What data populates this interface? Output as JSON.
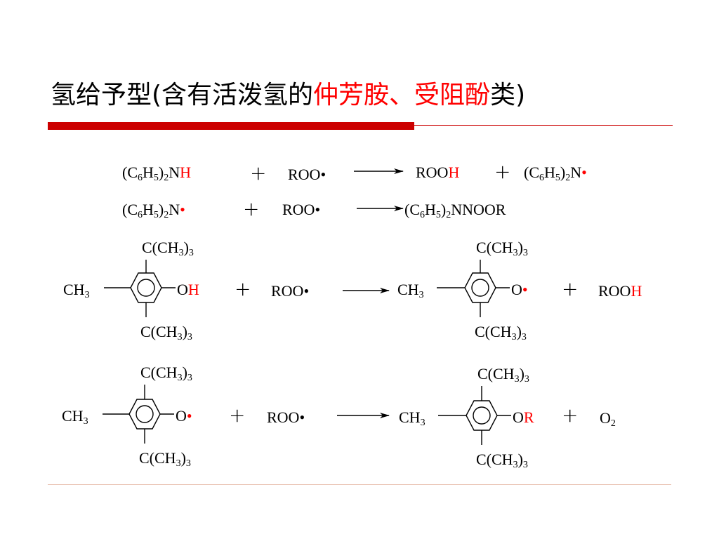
{
  "title": {
    "part1": "氢给予型(含有活泼氢的",
    "part2": "仲芳胺、受阻酚",
    "part3": "类)"
  },
  "reactions": {
    "r1": {
      "lhs_base": "(C",
      "lhs_s1": "6",
      "lhs_h": "H",
      "lhs_s2": "5",
      "lhs_p": ")",
      "lhs_s3": "2",
      "lhs_n": "N",
      "lhs_red": "H",
      "plus": "+",
      "reagent": "ROO•",
      "prod1_base": "ROO",
      "prod1_red": "H",
      "plus2": "+",
      "prod2_base": "(C",
      "prod2_s1": "6",
      "prod2_h": "H",
      "prod2_s2": "5",
      "prod2_p": ")",
      "prod2_s3": "2",
      "prod2_n": "N",
      "prod2_red": "•"
    },
    "r2": {
      "lhs_base": "(C",
      "lhs_s1": "6",
      "lhs_h": "H",
      "lhs_s2": "5",
      "lhs_p": ")",
      "lhs_s3": "2",
      "lhs_n": "N",
      "lhs_red": "•",
      "plus": "+",
      "reagent": "ROO•",
      "prod_base": "(C",
      "prod_s1": "6",
      "prod_h": "H",
      "prod_s2": "5",
      "prod_p": ")",
      "prod_s3": "2",
      "prod_tail": "NNOOR"
    },
    "r3": {
      "sub_top": "C(CH",
      "sub_top_s": "3",
      "sub_top_p": ")",
      "sub_top_s2": "3",
      "ch3": "CH",
      "ch3_s": "3",
      "o_label": "O",
      "o_red": "H",
      "plus": "+",
      "reagent": "ROO•",
      "p_o_label": "O",
      "p_o_red": "•",
      "plus2": "+",
      "prod2_base": "ROO",
      "prod2_red": "H"
    },
    "r4": {
      "o_label": "O",
      "o_red": "•",
      "plus": "+",
      "reagent": "ROO•",
      "p_o_label": "O",
      "p_o_red": "R",
      "plus2": "+",
      "prod2_base": "O",
      "prod2_s": "2"
    }
  },
  "colors": {
    "accent_red": "#ff0000",
    "bar_red": "#cc0000"
  }
}
